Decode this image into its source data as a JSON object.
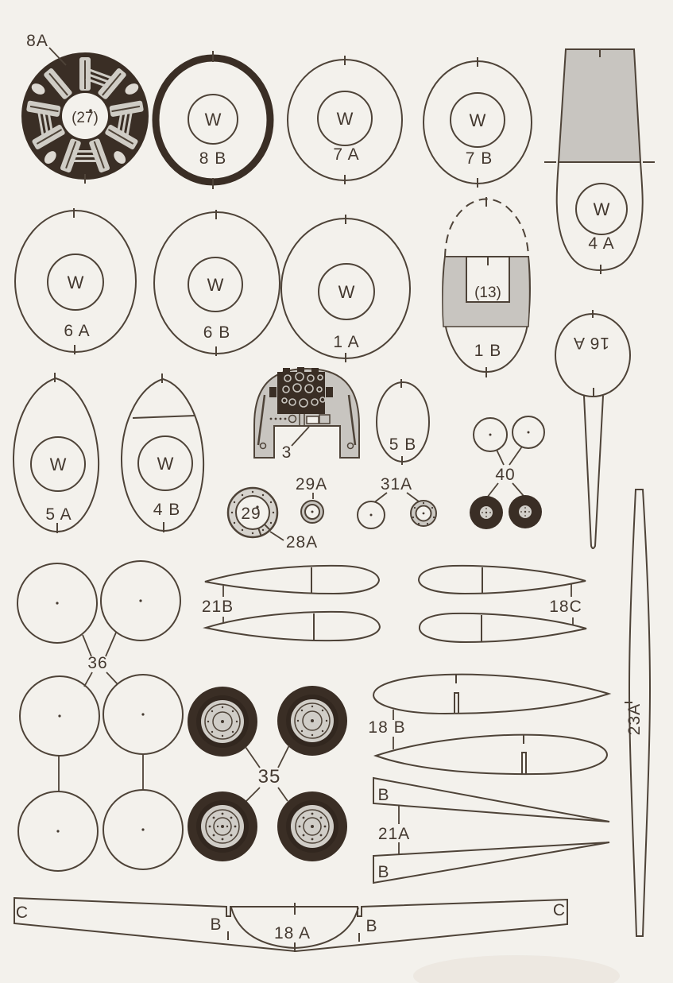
{
  "sheet": {
    "kind": "paper-model-parts-sheet",
    "colors": {
      "paper": "#f3f1ec",
      "line": "#4e4338",
      "dark_fill": "#3a2e25",
      "gray_fill": "#c8c5c0",
      "hub_fill": "#d2cfc9"
    }
  },
  "labels": {
    "w_marker": "W",
    "p8a": "8A",
    "p8a_center": "(27)",
    "p8b": "8 B",
    "p7a": "7 A",
    "p7b": "7 B",
    "p6a": "6 A",
    "p6b": "6 B",
    "p1a": "1 A",
    "p1b": "1 B",
    "p1b_inset": "(13)",
    "p4a": "4 A",
    "p16a": "16 A",
    "p5a": "5 A",
    "p4b": "4 B",
    "p3": "3",
    "p5b": "5 B",
    "p29": "29",
    "p29a": "29A",
    "p28a": "28A",
    "p31a": "31A",
    "p40": "40",
    "p36": "36",
    "p21b": "21B",
    "p18c": "18C",
    "p35": "35",
    "p18b": "18 B",
    "p21a": "21A",
    "p23a": "23A",
    "p18a": "18 A",
    "b_marker": "B",
    "c_marker": "C"
  }
}
